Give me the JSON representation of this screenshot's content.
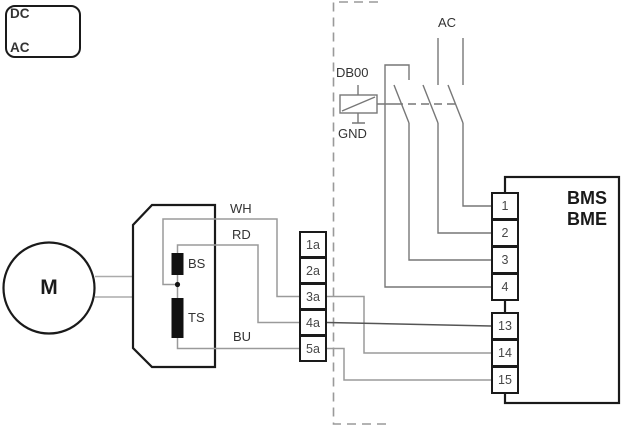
{
  "legend": {
    "dc": "DC",
    "ac": "AC"
  },
  "motor": {
    "label": "M"
  },
  "pump_unit": {
    "bs": "BS",
    "ts": "TS"
  },
  "wire_labels": {
    "white": "WH",
    "red": "RD",
    "blue": "BU"
  },
  "relay": {
    "label": "DB00",
    "ground": "GND"
  },
  "power": {
    "ac_label": "AC"
  },
  "connector": {
    "terminals": [
      "1a",
      "2a",
      "3a",
      "4a",
      "5a"
    ]
  },
  "bms": {
    "line1": "BMS",
    "line2": "BME",
    "upper_terminals": [
      "1",
      "2",
      "3",
      "4"
    ],
    "lower_terminals": [
      "13",
      "14",
      "15"
    ]
  },
  "colors": {
    "outline": "#1a1a1a",
    "wire": "#9a9a9a",
    "wire_dark": "#555555",
    "switch": "#777777",
    "text": "#333333"
  }
}
